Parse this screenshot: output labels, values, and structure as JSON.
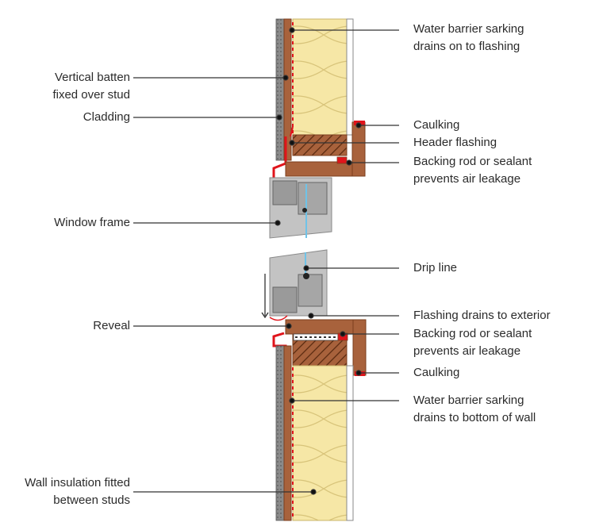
{
  "colors": {
    "insulation": "#f6e7a6",
    "insulation_line": "#d8c47a",
    "timber": "#a8623c",
    "timber_dark": "#7b3f1e",
    "hatch": "#5a2a10",
    "sarking": "#e0141b",
    "cladding": "#8a8a8a",
    "window_frame": "#b9b9b9",
    "glass": "#6fc3e8",
    "leader": "#333333"
  },
  "labels_left": [
    {
      "id": "vertical-batten",
      "lines": [
        "Vertical batten",
        "fixed over stud"
      ]
    },
    {
      "id": "cladding",
      "lines": [
        "Cladding"
      ]
    },
    {
      "id": "window-frame",
      "lines": [
        "Window frame"
      ]
    },
    {
      "id": "reveal",
      "lines": [
        "Reveal"
      ]
    },
    {
      "id": "wall-insulation",
      "lines": [
        "Wall insulation fitted",
        "between studs"
      ]
    }
  ],
  "labels_right": [
    {
      "id": "water-barrier-top",
      "lines": [
        "Water barrier sarking",
        "drains on to flashing"
      ]
    },
    {
      "id": "caulking-top",
      "lines": [
        "Caulking"
      ]
    },
    {
      "id": "header-flashing",
      "lines": [
        "Header flashing"
      ]
    },
    {
      "id": "backing-rod-top",
      "lines": [
        "Backing rod or sealant",
        "prevents air leakage"
      ]
    },
    {
      "id": "drip-line",
      "lines": [
        "Drip line"
      ]
    },
    {
      "id": "flashing-drains",
      "lines": [
        "Flashing drains to exterior"
      ]
    },
    {
      "id": "backing-rod-bottom",
      "lines": [
        "Backing rod or sealant",
        "prevents air leakage"
      ]
    },
    {
      "id": "caulking-bottom",
      "lines": [
        "Caulking"
      ]
    },
    {
      "id": "water-barrier-bottom",
      "lines": [
        "Water barrier sarking",
        "drains to bottom of wall"
      ]
    }
  ]
}
